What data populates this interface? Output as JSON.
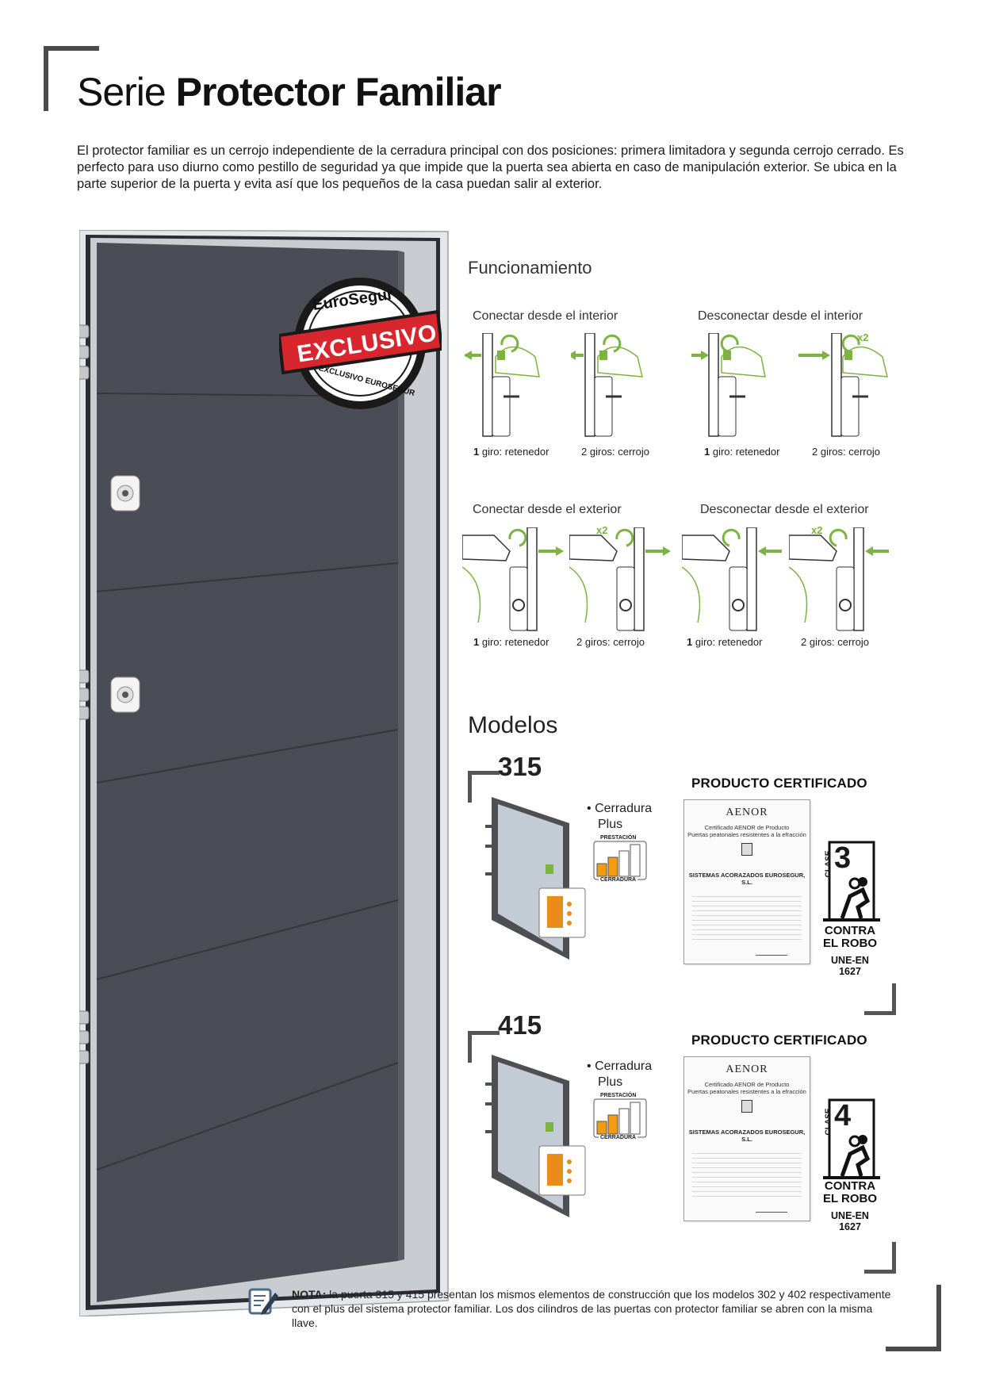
{
  "header": {
    "title_light": "Serie ",
    "title_bold": "Protector Familiar",
    "intro": "El protector familiar es un cerrojo independiente de la cerradura principal con dos posiciones: primera limitadora y segunda cerrojo cerrado. Es perfecto para uso diurno como pestillo de seguridad ya que impide que la puerta sea abierta en caso de manipulación exterior. Se ubica en la parte superior de la puerta y evita así que los pequeños de la casa puedan salir al exterior."
  },
  "badge": {
    "brand": "EuroSegur",
    "label": "EXCLUSIVO",
    "ring_text": "EXCLUSIVO EUROSEGUR"
  },
  "funcionamiento": {
    "title": "Funcionamiento",
    "groups": [
      {
        "title": "Conectar desde el interior",
        "caption_a_bold": "1",
        "caption_a": " giro: retenedor",
        "caption_b": "2 giros: cerrojo"
      },
      {
        "title": "Desconectar desde el interior",
        "caption_a_bold": "1",
        "caption_a": " giro: retenedor",
        "caption_b": "2 giros: cerrojo",
        "x2": "x2"
      },
      {
        "title": "Conectar desde el exterior",
        "caption_a_bold": "1",
        "caption_a": " giro: retenedor",
        "caption_b": "2 giros: cerrojo",
        "x2": "x2"
      },
      {
        "title": "Desconectar desde el exterior",
        "caption_a_bold": "1",
        "caption_a": " giro: retenedor",
        "caption_b": "2 giros: cerrojo",
        "x2": "x2"
      }
    ]
  },
  "modelos": {
    "title": "Modelos",
    "items": [
      {
        "number": "315",
        "feature_bullet": "•",
        "feature_line1": "Cerradura",
        "feature_line2": "Plus",
        "rating_top": "PRESTACIÓN",
        "rating_bottom": "CERRADURA",
        "cert_heading": "PRODUCTO CERTIFICADO",
        "cert_org": "AENOR",
        "cert_title": "Certificado AENOR de Producto",
        "cert_subtitle": "Puertas peatonales resistentes a la efracción",
        "cert_company": "SISTEMAS ACORAZADOS EUROSEGUR, S.L.",
        "clase_label": "CLASE",
        "clase_num": "3",
        "contra": "CONTRA",
        "el_robo": "EL ROBO",
        "une": "UNE-EN",
        "une_num": "1627"
      },
      {
        "number": "415",
        "feature_bullet": "•",
        "feature_line1": "Cerradura",
        "feature_line2": "Plus",
        "rating_top": "PRESTACIÓN",
        "rating_bottom": "CERRADURA",
        "cert_heading": "PRODUCTO CERTIFICADO",
        "cert_org": "AENOR",
        "cert_title": "Certificado AENOR de Producto",
        "cert_subtitle": "Puertas peatonales resistentes a la efracción",
        "cert_company": "SISTEMAS ACORAZADOS EUROSEGUR, S.L.",
        "clase_label": "CLASE",
        "clase_num": "4",
        "contra": "CONTRA",
        "el_robo": "EL ROBO",
        "une": "UNE-EN",
        "une_num": "1627"
      }
    ]
  },
  "nota": {
    "label": "NOTA:",
    "text": " la puerta 315 y 415 presentan los mismos elementos de construcción que los modelos 302 y 402 respectivamente con el plus del sistema protector familiar. Los dos cilindros de las puertas con protector familiar se abren con la misma llave."
  },
  "colors": {
    "door_panel": "#4a4d55",
    "frame": "#d9dbde",
    "accent_green": "#7cb342",
    "badge_red": "#d7262e",
    "rating_orange": "#f39c12"
  }
}
